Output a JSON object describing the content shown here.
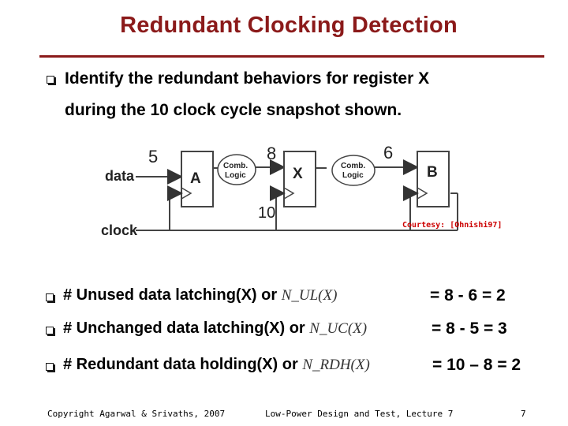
{
  "slide": {
    "title": "Redundant Clocking Detection",
    "intro_line1": "Identify the redundant behaviors for register X",
    "intro_line2": "during the 10 clock cycle snapshot shown.",
    "courtesy": "Courtesy: [Ohnishi97]"
  },
  "diagram": {
    "data_label": "data",
    "clock_label": "clock",
    "reg_a": "A",
    "reg_x": "X",
    "reg_b": "B",
    "comb1_line1": "Comb.",
    "comb1_line2": "Logic",
    "comb2_line1": "Comb.",
    "comb2_line2": "Logic",
    "num_5": "5",
    "num_8": "8",
    "num_6": "6",
    "num_10": "10"
  },
  "bullets": [
    {
      "text": "# Unused data latching(X) or",
      "math": "N_UL(X)",
      "result": "= 8 - 6 = 2"
    },
    {
      "text": "# Unchanged data latching(X) or",
      "math": "N_UC(X)",
      "result": "= 8 - 5 = 3"
    },
    {
      "text": "# Redundant data holding(X) or",
      "math": "N_RDH(X)",
      "result": "= 10 – 8 = 2"
    }
  ],
  "footer": {
    "copyright": "Copyright Agarwal & Srivaths, 2007",
    "course": "Low-Power Design and Test, Lecture 7",
    "page": "7"
  }
}
